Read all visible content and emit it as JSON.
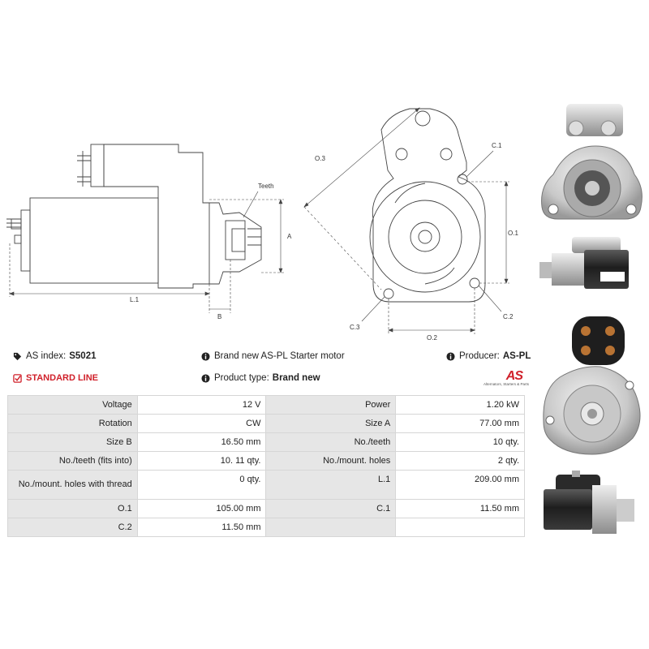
{
  "drawing": {
    "labels": {
      "teeth": "Teeth",
      "a": "A",
      "b": "B",
      "l1": "L.1",
      "o3": "O.3",
      "c1": "C.1",
      "o1": "O.1",
      "c2": "C.2",
      "c3": "C.3",
      "o2": "O.2"
    }
  },
  "info": {
    "as_index_label": "AS index:",
    "as_index_value": "S5021",
    "standard_line": "STANDARD LINE",
    "desc": "Brand new AS-PL Starter motor",
    "product_type_label": "Product type:",
    "product_type_value": "Brand new",
    "producer_label": "Producer:",
    "producer_value": "AS-PL"
  },
  "logo": {
    "mark": "AS",
    "sub": "Alternators, Starters & Parts"
  },
  "colors": {
    "accent": "#d0202a",
    "label_bg": "#e6e6e6",
    "border": "#d6d6d6"
  },
  "specs": [
    {
      "l1": "Voltage",
      "v1": "12 V",
      "l2": "Power",
      "v2": "1.20 kW"
    },
    {
      "l1": "Rotation",
      "v1": "CW",
      "l2": "Size A",
      "v2": "77.00 mm"
    },
    {
      "l1": "Size B",
      "v1": "16.50 mm",
      "l2": "No./teeth",
      "v2": "10 qty."
    },
    {
      "l1": "No./teeth (fits into)",
      "v1": "10. 11 qty.",
      "l2": "No./mount. holes",
      "v2": "2 qty."
    },
    {
      "l1": "No./mount. holes with thread",
      "v1": "0 qty.",
      "l2": "L.1",
      "v2": "209.00 mm"
    },
    {
      "l1": "O.1",
      "v1": "105.00 mm",
      "l2": "C.1",
      "v2": "11.50 mm"
    },
    {
      "l1": "C.2",
      "v1": "11.50 mm",
      "l2": "",
      "v2": ""
    }
  ]
}
